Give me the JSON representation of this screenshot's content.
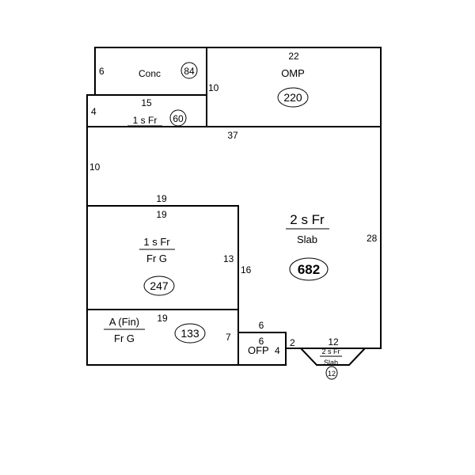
{
  "rooms": {
    "conc": {
      "label": "Conc",
      "area": "84",
      "dims": {
        "left": "6"
      }
    },
    "omp": {
      "label": "OMP",
      "area": "220",
      "dims": {
        "top": "22",
        "left": "10"
      }
    },
    "onestory_top": {
      "label": "1 s Fr",
      "area": "60",
      "dims": {
        "top": "15",
        "left": "4"
      }
    },
    "main": {
      "label_top": "2 s Fr",
      "label_bottom": "Slab",
      "area": "682",
      "dims": {
        "top": "37",
        "left": "10",
        "right": "28",
        "inner_top": "19",
        "inner_right": "16"
      }
    },
    "garage": {
      "label_top": "1 s Fr",
      "label_bottom": "Fr G",
      "area": "247",
      "dims": {
        "top": "19",
        "right": "13"
      }
    },
    "attic": {
      "label_top": "A (Fin)",
      "label_bottom": "Fr G",
      "area": "133",
      "dims": {
        "top": "19",
        "right": "7"
      }
    },
    "ofp": {
      "label": "OFP",
      "dims": {
        "top": "6",
        "inner_top": "6",
        "right": "4",
        "side": "2"
      }
    },
    "bay": {
      "label_top": "2 s Fr",
      "label_bottom": "Slab",
      "area": "12",
      "dims": {
        "top": "12"
      }
    }
  }
}
